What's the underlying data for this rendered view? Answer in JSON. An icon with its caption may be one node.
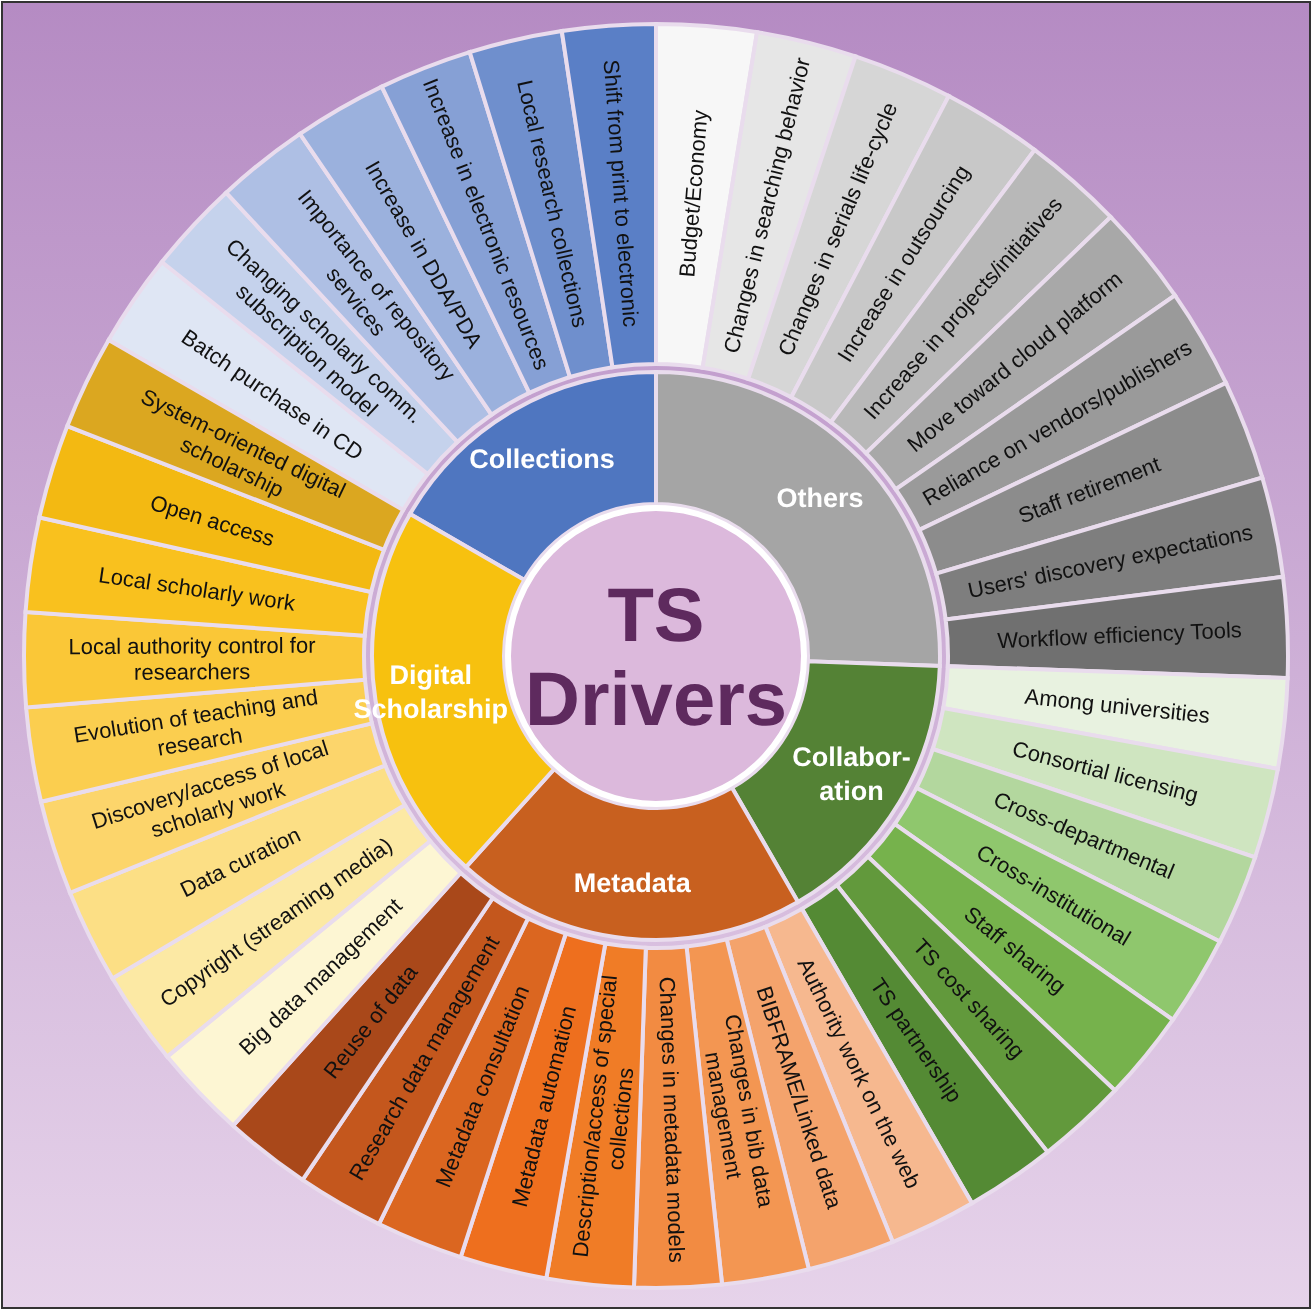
{
  "diagram": {
    "nodes": [
      {
        "text": [
          "TS Drivers"
        ]
      },
      {
        "text": [
          "Collections"
        ]
      },
      {
        "text": [
          "Batch purchase in CD"
        ]
      },
      {
        "text": [
          "Changing scholarly comm. subscription model"
        ]
      },
      {
        "text": [
          "Importance of repository services"
        ]
      },
      {
        "text": [
          "Increase in DDA/PDA"
        ]
      },
      {
        "text": [
          "Increase in electronic resources"
        ]
      },
      {
        "text": [
          "Local research collections"
        ]
      },
      {
        "text": [
          "Shift from print to electronic"
        ]
      },
      {
        "text": [
          "Others"
        ]
      },
      {
        "text": [
          "Budget/Economy"
        ]
      },
      {
        "text": [
          "Changes in searching behavior"
        ]
      },
      {
        "text": [
          "Changes in serials life-cycle"
        ]
      },
      {
        "text": [
          "Increase in outsourcing"
        ]
      },
      {
        "text": [
          "Increase in projects/initiatives"
        ]
      },
      {
        "text": [
          "Move toward cloud platform"
        ]
      },
      {
        "text": [
          "Reliance on vendors/publishers"
        ]
      },
      {
        "text": [
          "Staff retirement"
        ]
      },
      {
        "text": [
          "Users' discovery expectations"
        ]
      },
      {
        "text": [
          "Workflow efficiency Tools"
        ]
      },
      {
        "text": [
          "Collabor- ation"
        ]
      },
      {
        "text": [
          "Among universities"
        ]
      },
      {
        "text": [
          "Consortial licensing"
        ]
      },
      {
        "text": [
          "Cross-departmental"
        ]
      },
      {
        "text": [
          "Cross-institutional"
        ]
      },
      {
        "text": [
          "Staff sharing"
        ]
      },
      {
        "text": [
          "TS cost sharing"
        ]
      },
      {
        "text": [
          "TS partnership"
        ]
      },
      {
        "text": [
          "Metadata"
        ]
      },
      {
        "text": [
          "Authority work on the web"
        ]
      },
      {
        "text": [
          "BIBFRAME/Linked data"
        ]
      },
      {
        "text": [
          "Changes in bib data management"
        ]
      },
      {
        "text": [
          "Changes in metadata models"
        ]
      },
      {
        "text": [
          "Description/access of special collections"
        ]
      },
      {
        "text": [
          "Metadata automation"
        ]
      },
      {
        "text": [
          "Metadata consultation"
        ]
      },
      {
        "text": [
          "Research data management"
        ]
      },
      {
        "text": [
          "Reuse of data"
        ]
      },
      {
        "text": [
          "Digital Scholarship"
        ]
      },
      {
        "text": [
          "Big data management"
        ]
      },
      {
        "text": [
          "Copyright (streaming media)"
        ]
      },
      {
        "text": [
          "Data curation"
        ]
      },
      {
        "text": [
          "Discovery/access of local scholarly work"
        ]
      },
      {
        "text": [
          "Evolution of teaching and research"
        ]
      },
      {
        "text": [
          "Local authority control for researchers"
        ]
      },
      {
        "text": [
          "Local scholarly work"
        ]
      },
      {
        "text": [
          "Open access"
        ]
      },
      {
        "text": [
          "System-oriented digital scholarship"
        ]
      }
    ]
  }
}
